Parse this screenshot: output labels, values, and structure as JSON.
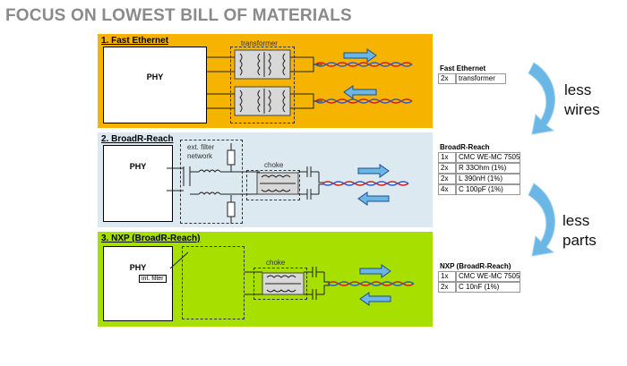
{
  "title": "FOCUS ON LOWEST BILL OF MATERIALS",
  "panels": {
    "fast_ethernet": {
      "title": "1. Fast Ethernet",
      "phy": "PHY",
      "transformer_label": "transformer"
    },
    "broadr": {
      "title": "2. BroadR-Reach",
      "phy": "PHY",
      "filter_label_1": "ext. filter",
      "filter_label_2": "network",
      "choke_label": "choke"
    },
    "nxp": {
      "title": "3. NXP (BroadR-Reach)",
      "phy": "PHY",
      "int_filter": "int. filter",
      "choke_label": "choke"
    }
  },
  "bom": {
    "fast_ethernet": {
      "header": "Fast Ethernet",
      "rows": [
        {
          "qty": "2x",
          "part": "transformer"
        }
      ]
    },
    "broadr": {
      "header": "BroadR-Reach",
      "rows": [
        {
          "qty": "1x",
          "part": "CMC WE-MC 7505"
        },
        {
          "qty": "2x",
          "part": "R 33Ohm (1%)"
        },
        {
          "qty": "2x",
          "part": "L 390nH (1%)"
        },
        {
          "qty": "4x",
          "part": "C 100pF (1%)"
        }
      ]
    },
    "nxp": {
      "header": "NXP (BroadR-Reach)",
      "rows": [
        {
          "qty": "1x",
          "part": "CMC WE-MC 7505"
        },
        {
          "qty": "2x",
          "part": "C 10nF (1%)"
        }
      ]
    }
  },
  "side_labels": {
    "first_1": "less",
    "first_2": "wires",
    "second_1": "less",
    "second_2": "parts"
  },
  "colors": {
    "panel1": "#f6b400",
    "panel2": "#dce9f0",
    "panel3": "#a7df00",
    "arrow": "#6ab7e6",
    "wire_red": "#d0211c",
    "wire_blue": "#3060c0"
  }
}
